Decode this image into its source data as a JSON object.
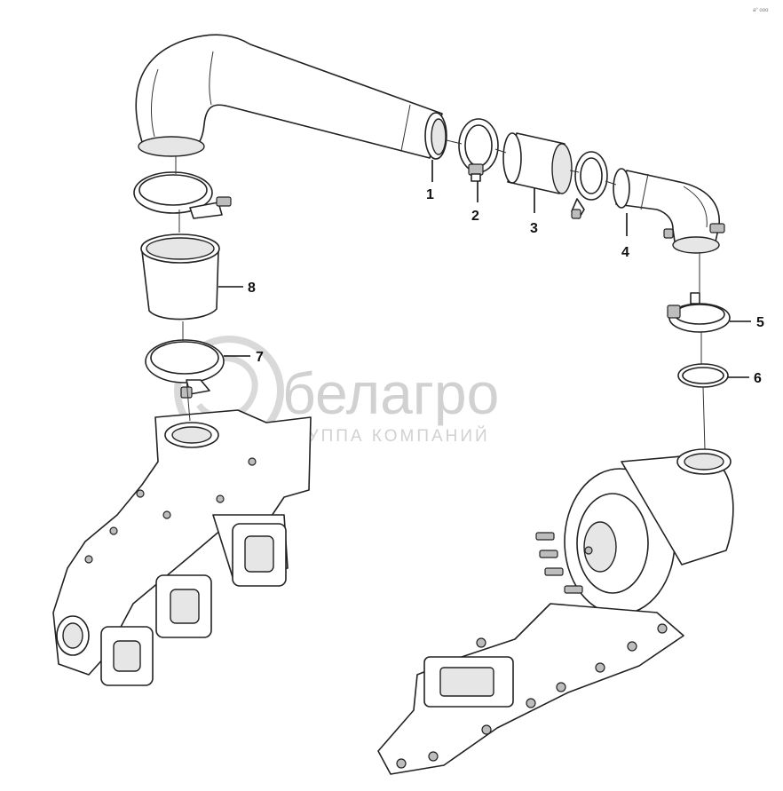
{
  "corner_mark": "a° ooo",
  "callouts": [
    {
      "id": "1",
      "label": "1"
    },
    {
      "id": "2",
      "label": "2"
    },
    {
      "id": "3",
      "label": "3"
    },
    {
      "id": "4",
      "label": "4"
    },
    {
      "id": "5",
      "label": "5"
    },
    {
      "id": "6",
      "label": "6"
    },
    {
      "id": "7",
      "label": "7"
    },
    {
      "id": "8",
      "label": "8"
    }
  ],
  "watermark": {
    "brand": "белагро",
    "tagline": "ГРУППА КОМПАНИЙ"
  },
  "colors": {
    "line": "#222222",
    "shade": "#e6e6e6",
    "watermark": "#c9c9c9"
  }
}
